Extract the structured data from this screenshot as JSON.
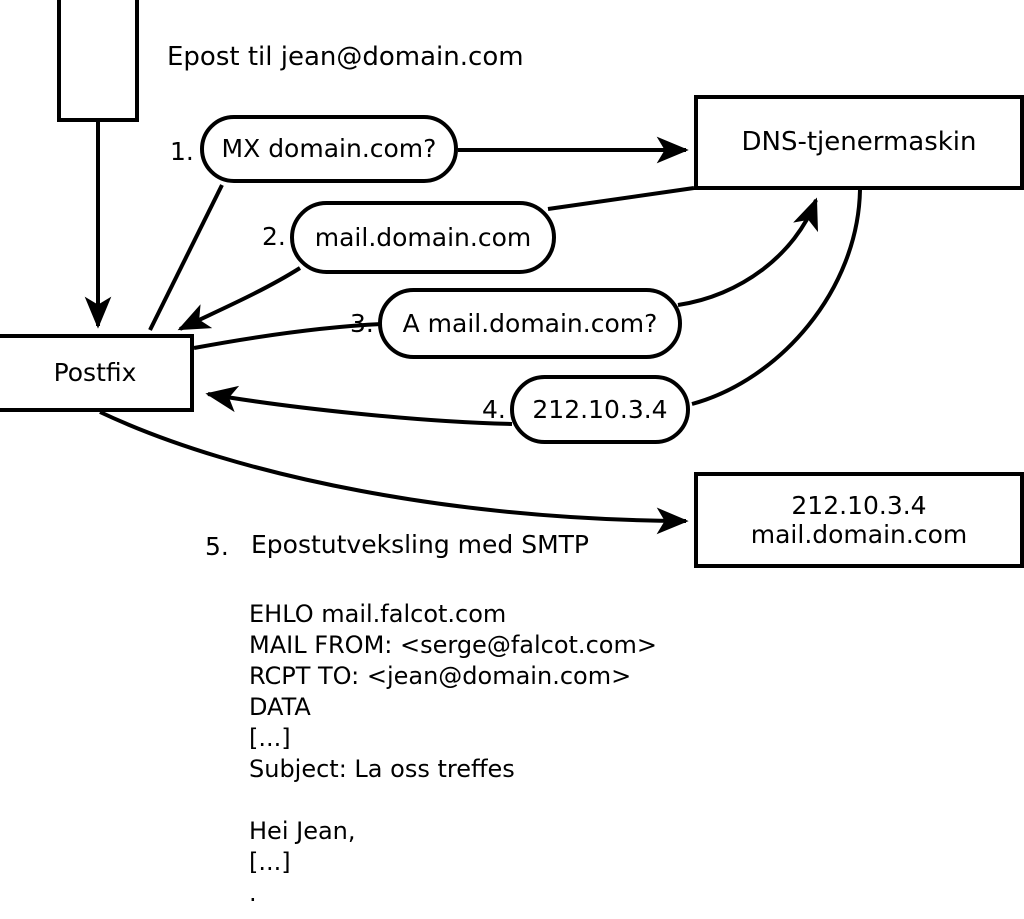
{
  "diagram": {
    "title": "Epost til jean@domain.com",
    "nodes": {
      "client": {
        "label": ""
      },
      "postfix": {
        "label": "Postfix"
      },
      "dns": {
        "label": "DNS-tjenermaskin"
      },
      "mailserver": {
        "line1": "212.10.3.4",
        "line2": "mail.domain.com"
      }
    },
    "steps": [
      {
        "num": "1.",
        "label": "MX domain.com?"
      },
      {
        "num": "2.",
        "label": "mail.domain.com"
      },
      {
        "num": "3.",
        "label": "A mail.domain.com?"
      },
      {
        "num": "4.",
        "label": "212.10.3.4"
      },
      {
        "num": "5.",
        "label": "Epostutveksling med SMTP"
      }
    ],
    "smtp_transcript": [
      "EHLO mail.falcot.com",
      "MAIL FROM: <serge@falcot.com>",
      "RCPT TO: <jean@domain.com>",
      "DATA",
      "[...]",
      "Subject: La oss treffes",
      "",
      "Hei Jean,",
      "[...]",
      "."
    ],
    "colors": {
      "stroke": "#000000",
      "fill": "#ffffff",
      "text": "#000000"
    }
  }
}
